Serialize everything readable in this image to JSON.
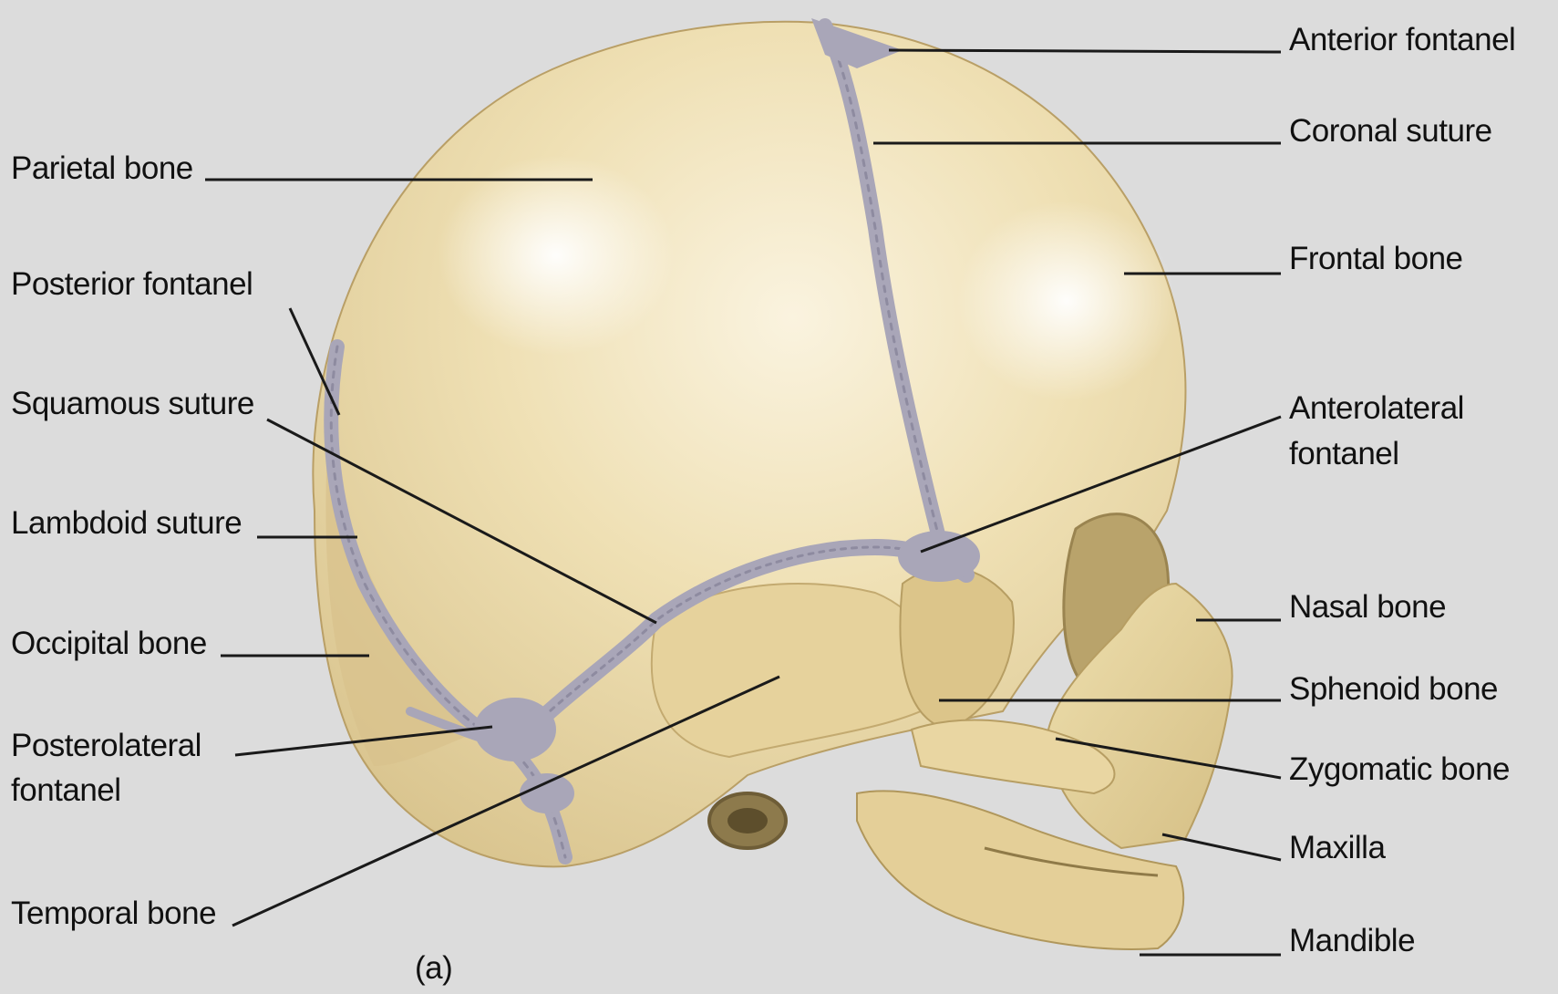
{
  "diagram": {
    "sublabel": "(a)",
    "labels": {
      "parietal": "Parietal bone",
      "posterior_fontanel": "Posterior fontanel",
      "squamous_suture": "Squamous suture",
      "lambdoid_suture": "Lambdoid suture",
      "occipital": "Occipital bone",
      "posterolateral_line1": "Posterolateral",
      "posterolateral_line2": "fontanel",
      "temporal": "Temporal bone",
      "anterior_fontanel": "Anterior fontanel",
      "coronal_suture": "Coronal suture",
      "frontal": "Frontal bone",
      "anterolateral_line1": "Anterolateral",
      "anterolateral_line2": "fontanel",
      "nasal": "Nasal bone",
      "sphenoid": "Sphenoid bone",
      "zygomatic": "Zygomatic bone",
      "maxilla": "Maxilla",
      "mandible": "Mandible"
    }
  },
  "colors": {
    "background": "#dcdcdc",
    "bone": "#ead9a6",
    "bone_highlight": "#fbf6e6",
    "bone_shadow": "#c9b27a",
    "fontanel": "#a9a6b8",
    "leader_line": "#1a1a1a"
  }
}
